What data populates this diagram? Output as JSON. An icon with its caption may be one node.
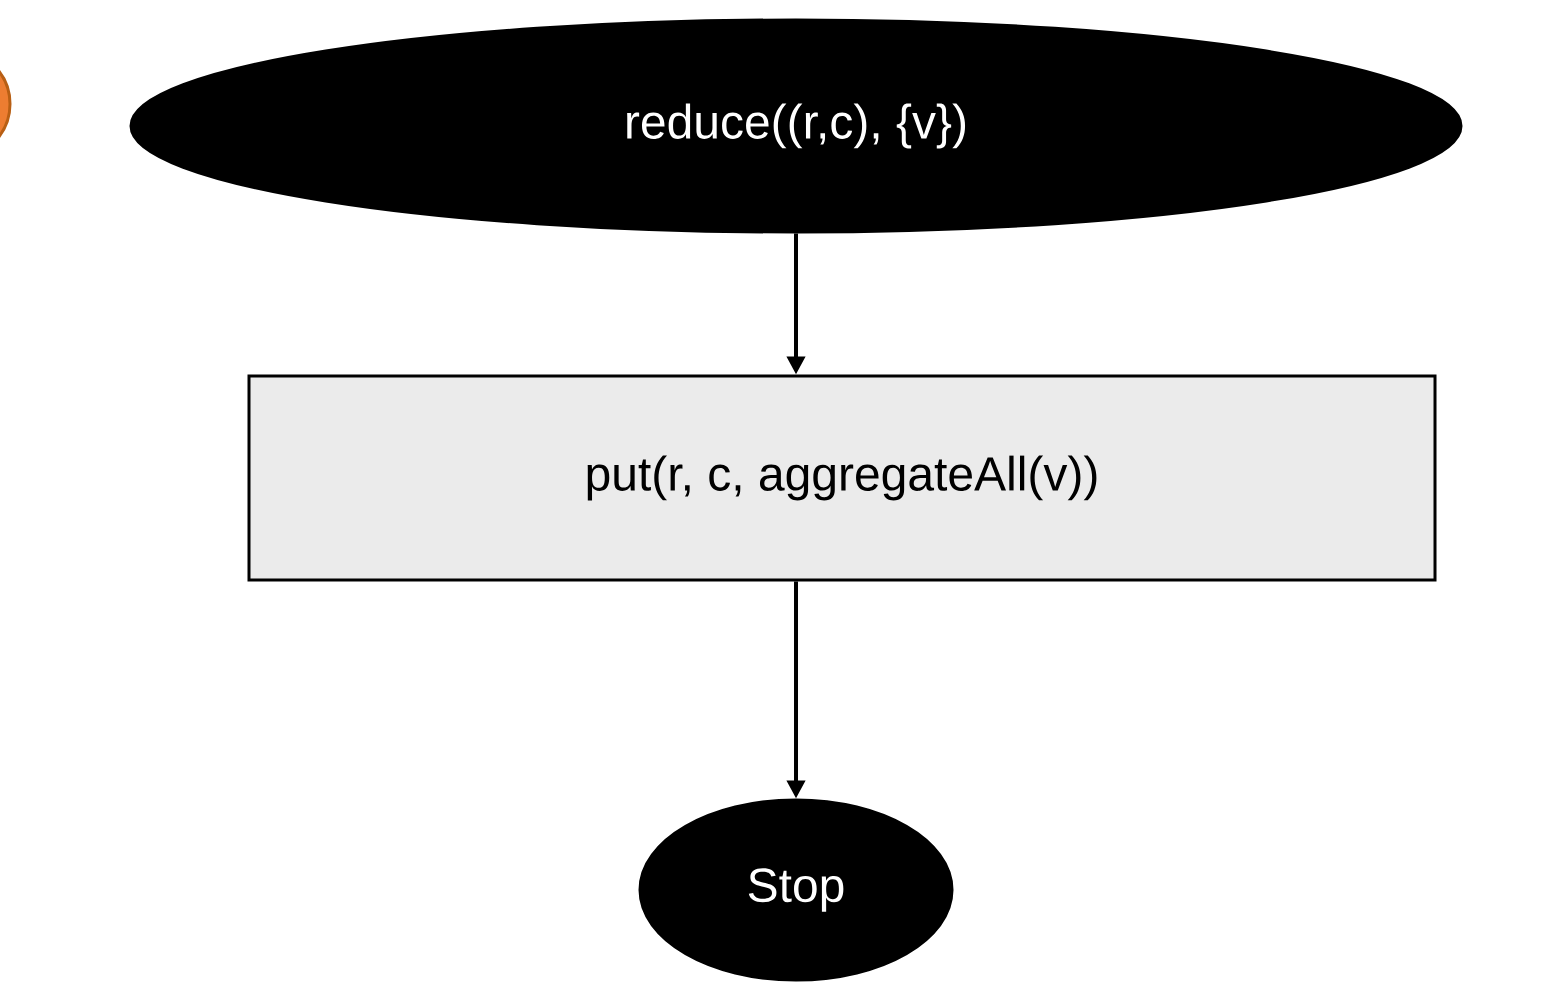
{
  "diagram": {
    "nodes": [
      {
        "text": [
          "reduce((r,c), {v})"
        ]
      },
      {
        "text": [
          "put(r, c, aggregateAll(v))"
        ]
      },
      {
        "text": [
          "Stop"
        ]
      }
    ],
    "edges": [
      {
        "from": 0,
        "to": 1,
        "arrow": "to"
      },
      {
        "from": 1,
        "to": 2,
        "arrow": "to"
      }
    ]
  }
}
